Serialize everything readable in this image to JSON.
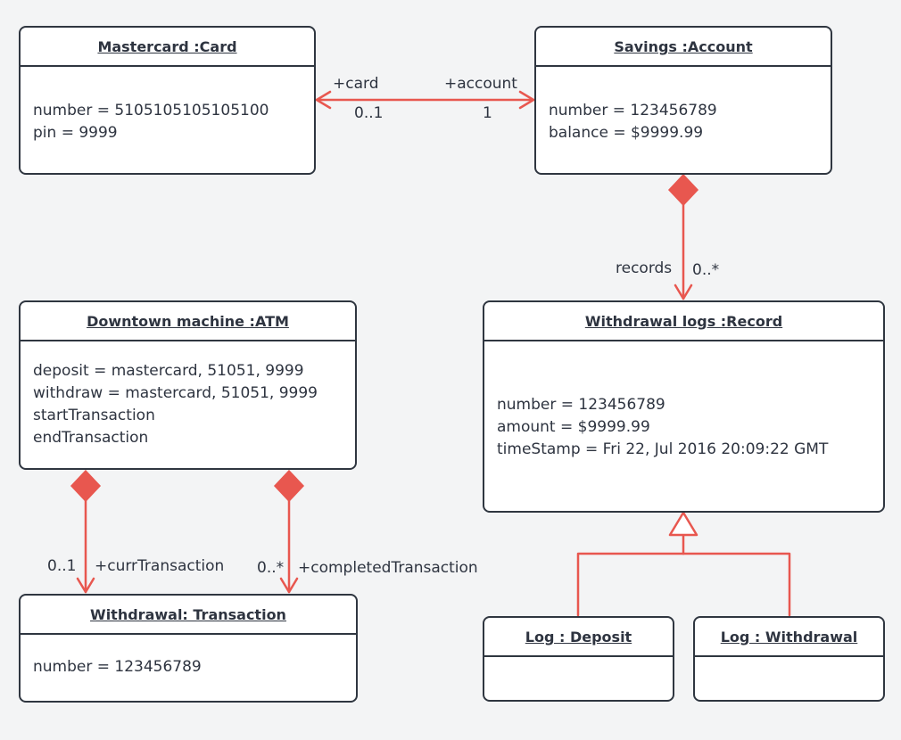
{
  "colors": {
    "connector": "#e8574f",
    "border": "#2f3640",
    "background": "#f3f4f5"
  },
  "objects": {
    "card": {
      "title": "Mastercard :Card",
      "attrs": [
        "number = 5105105105105100",
        "pin = 9999"
      ]
    },
    "account": {
      "title": "Savings :Account",
      "attrs": [
        "number = 123456789",
        "balance = $9999.99"
      ]
    },
    "atm": {
      "title": "Downtown machine :ATM",
      "attrs": [
        "deposit = mastercard, 51051, 9999",
        "withdraw = mastercard, 51051, 9999",
        "startTransaction",
        "endTransaction"
      ]
    },
    "record": {
      "title": "Withdrawal logs :Record",
      "attrs": [
        "number = 123456789",
        "amount = $9999.99",
        "timeStamp = Fri 22, Jul 2016 20:09:22 GMT"
      ]
    },
    "transaction": {
      "title": "Withdrawal: Transaction",
      "attrs": [
        "number = 123456789"
      ]
    },
    "deposit": {
      "title": "Log : Deposit",
      "attrs": []
    },
    "withdrawal": {
      "title": "Log : Withdrawal",
      "attrs": []
    }
  },
  "connectors": {
    "card_account": {
      "role_card": "+card",
      "role_account": "+account",
      "mult_card": "0..1",
      "mult_account": "1"
    },
    "account_record": {
      "name": "records",
      "mult": "0..*"
    },
    "atm_curr": {
      "mult": "0..1",
      "role": "+currTransaction"
    },
    "atm_completed": {
      "mult": "0..*",
      "role": "+completedTransaction"
    }
  }
}
